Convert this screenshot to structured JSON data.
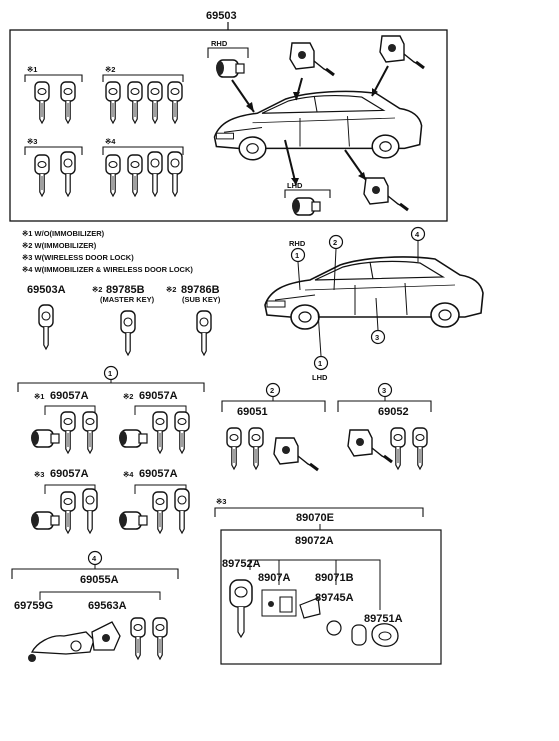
{
  "top_part": "69503",
  "rhd_label": "RHD",
  "lhd_label": "LHD",
  "group_marks": [
    "※1",
    "※2",
    "※3",
    "※4"
  ],
  "legend": [
    "※1 W/O(IMMOBILIZER)",
    "※2 W(IMMOBILIZER)",
    "※3 W(WIRELESS DOOR LOCK)",
    "※4 W(IMMOBILIZER & WIRELESS DOOR LOCK)"
  ],
  "keys": {
    "k1": "69503A",
    "k2_mark": "※2",
    "k2": "89785B",
    "k2_sub": "(MASTER KEY)",
    "k3_mark": "※2",
    "k3": "89786B",
    "k3_sub": "(SUB KEY)"
  },
  "car2": {
    "rhd": "RHD",
    "lhd": "LHD",
    "c1": "1",
    "c2": "2",
    "c3": "3",
    "c4": "4",
    "c1b": "1"
  },
  "sec1": {
    "circle": "1",
    "a_mark": "※1",
    "a": "69057A",
    "b_mark": "※2",
    "b": "69057A",
    "c_mark": "※3",
    "c": "69057A",
    "d_mark": "※4",
    "d": "69057A"
  },
  "sec2": {
    "circle": "2",
    "part": "69051"
  },
  "sec3": {
    "circle": "3",
    "part": "69052"
  },
  "sec4": {
    "circle": "4",
    "part": "69055A",
    "p1": "69759G",
    "p2": "69563A"
  },
  "sec5": {
    "mark": "※3",
    "top": "89070E",
    "sub": "89072A",
    "p1": "89752A",
    "p2": "8907A",
    "p3": "89071B",
    "p4": "89745A",
    "p5": "89751A"
  }
}
